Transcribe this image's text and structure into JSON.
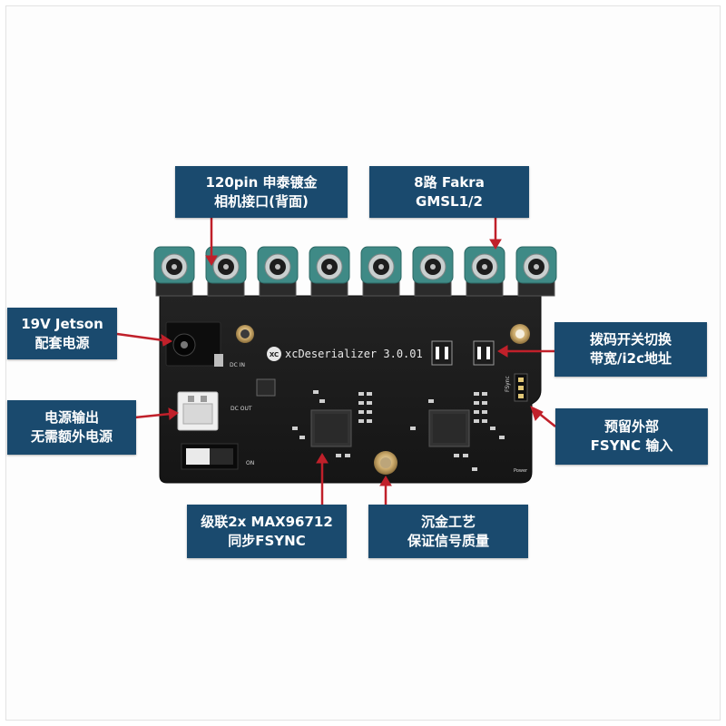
{
  "callouts": {
    "camera_connector": {
      "line1": "120pin 申泰镀金",
      "line2": "相机接口(背面)"
    },
    "fakra": {
      "line1": "8路 Fakra",
      "line2": "GMSL1/2"
    },
    "power_in": {
      "line1": "19V Jetson",
      "line2": "配套电源"
    },
    "power_out": {
      "line1": "电源输出",
      "line2": "无需额外电源"
    },
    "dip_switch": {
      "line1": "拨码开关切换",
      "line2": "带宽/i2c地址"
    },
    "fsync_input": {
      "line1": "预留外部",
      "line2": "FSYNC 输入"
    },
    "deserializer": {
      "line1": "级联2x MAX96712",
      "line2": "同步FSYNC"
    },
    "gold_process": {
      "line1": "沉金工艺",
      "line2": "保证信号质量"
    }
  },
  "board": {
    "name": "xcDeserializer 3.0.01",
    "logo": "XC",
    "dc_in_label": "DC IN",
    "dc_out_label": "DC OUT",
    "switch_label": "ON",
    "fsync_label": "FSync",
    "power_label": "Power"
  },
  "colors": {
    "callout_bg": "#1a4a6e",
    "arrow": "#c0202a",
    "pcb": "#1b1b1b",
    "fakra_teal": "#3f8a86"
  }
}
